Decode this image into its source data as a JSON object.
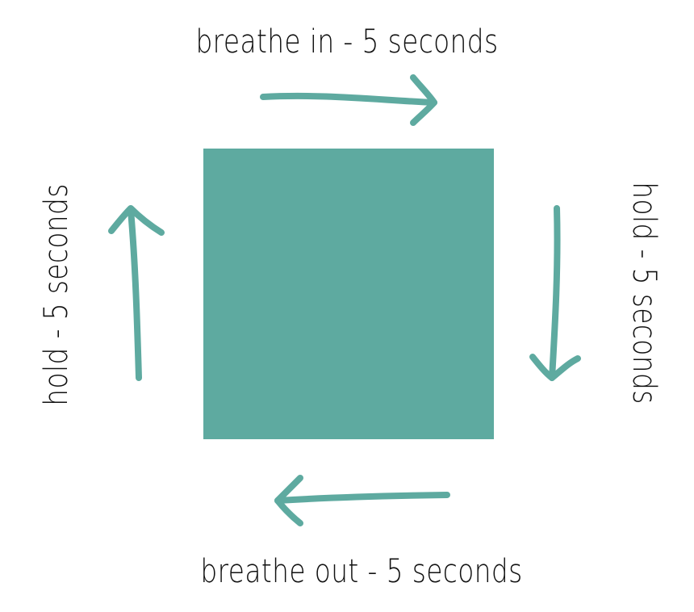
{
  "colors": {
    "accent": "#5eaaa0",
    "text": "#111111",
    "background": "#ffffff"
  },
  "steps": {
    "top": "breathe in - 5 seconds",
    "right": "hold - 5 seconds",
    "bottom": "breathe out - 5 seconds",
    "left": "hold - 5 seconds"
  }
}
